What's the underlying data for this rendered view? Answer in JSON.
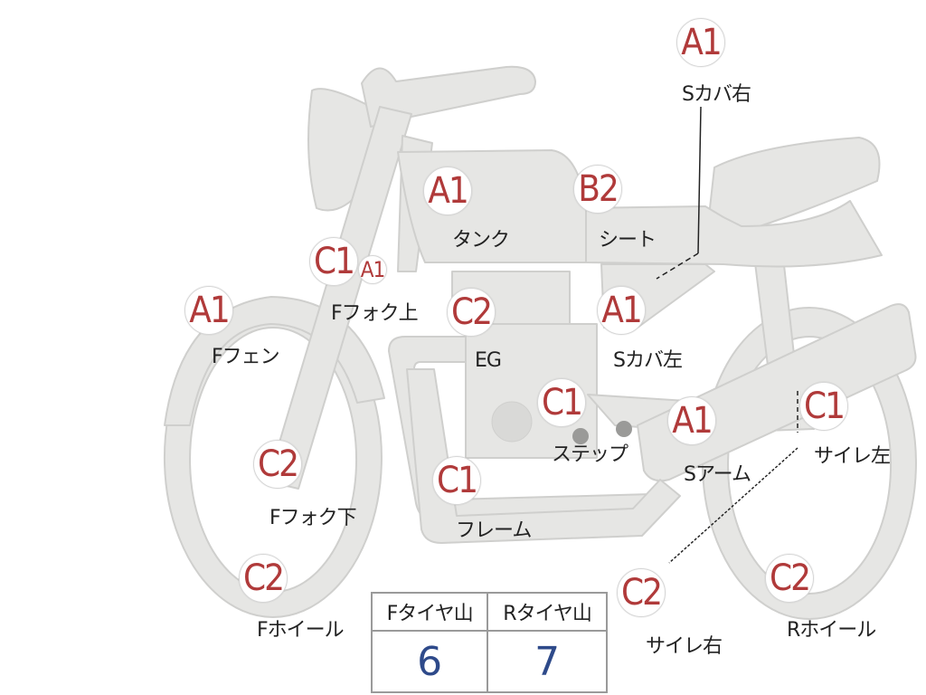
{
  "parts": [
    {
      "id": "s-cover-right",
      "grade": "A1",
      "label": "Sカバ右"
    },
    {
      "id": "tank",
      "grade": "A1",
      "label": "タンク"
    },
    {
      "id": "seat",
      "grade": "B2",
      "label": "シート"
    },
    {
      "id": "f-fork-upper",
      "grade": "C1",
      "extra_grade": "A1",
      "label": "Fフォク上"
    },
    {
      "id": "f-fender",
      "grade": "A1",
      "label": "Fフェン"
    },
    {
      "id": "engine",
      "grade": "C2",
      "label": "EG"
    },
    {
      "id": "s-cover-left",
      "grade": "A1",
      "label": "Sカバ左"
    },
    {
      "id": "step",
      "grade": "C1",
      "label": "ステップ"
    },
    {
      "id": "swing-arm",
      "grade": "A1",
      "label": "Sアーム"
    },
    {
      "id": "muffler-left",
      "grade": "C1",
      "label": "サイレ左"
    },
    {
      "id": "f-fork-lower",
      "grade": "C2",
      "label": "Fフォク下"
    },
    {
      "id": "frame",
      "grade": "C1",
      "label": "フレーム"
    },
    {
      "id": "f-wheel",
      "grade": "C2",
      "label": "Fホイール"
    },
    {
      "id": "muffler-right",
      "grade": "C2",
      "label": "サイレ右"
    },
    {
      "id": "r-wheel",
      "grade": "C2",
      "label": "Rホイール"
    }
  ],
  "tires": {
    "front_label": "Fタイヤ山",
    "rear_label": "Rタイヤ山",
    "front_value": "6",
    "rear_value": "7"
  },
  "colors": {
    "grade_text": "#b03a3a",
    "tire_value": "#2e4a8a",
    "bike_fill": "#e6e6e4",
    "bike_stroke": "#c8c8c6"
  }
}
